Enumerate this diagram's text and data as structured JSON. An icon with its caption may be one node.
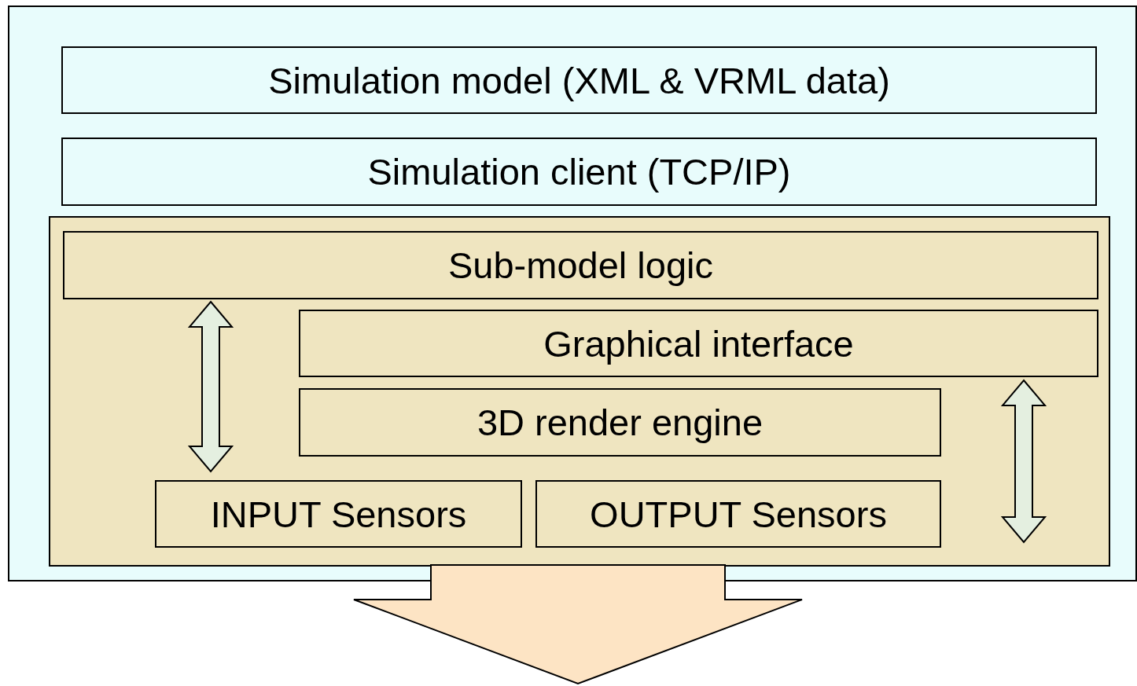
{
  "diagram": {
    "nodes": [
      {
        "text": [],
        "shape": "box"
      },
      {
        "text": [
          "Simulation model (XML & VRML data)"
        ],
        "in": 0
      },
      {
        "text": [
          "Simulation client (TCP/IP)"
        ],
        "in": 0
      },
      {
        "text": [],
        "shape": "box",
        "in": 0
      },
      {
        "text": [
          "Sub-model logic"
        ],
        "in": 3
      },
      {
        "text": [
          "Graphical interface"
        ],
        "in": 3
      },
      {
        "text": [
          "3D render engine"
        ],
        "in": 3
      },
      {
        "text": [
          "INPUT Sensors"
        ],
        "in": 3
      },
      {
        "text": [
          "OUTPUT Sensors"
        ],
        "in": 3
      }
    ],
    "edges": [
      {
        "from": 4,
        "to": 7,
        "arrow": "both"
      },
      {
        "from": 5,
        "to": 8,
        "arrow": "both"
      },
      {
        "from": 3,
        "to": null,
        "arrow": "to"
      }
    ]
  }
}
